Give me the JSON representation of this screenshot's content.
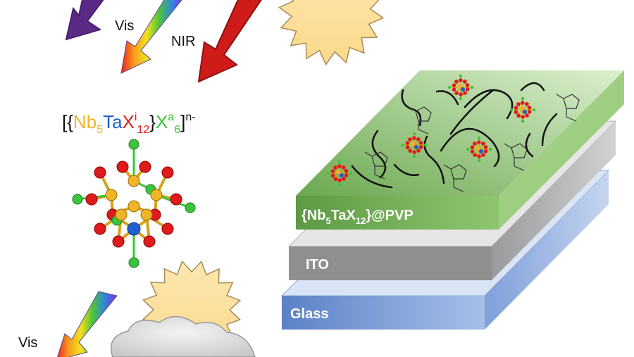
{
  "labels": {
    "vis_top": "Vis",
    "nir": "NIR",
    "vis_bottom": "Vis"
  },
  "formula": {
    "open": "[{",
    "nb": "Nb",
    "nb_sub": "5",
    "ta": "Ta",
    "x": "X",
    "i_sup": "i",
    "twelve_sub": "12",
    "close_brace": "}",
    "xa": "X",
    "a_sup": "a",
    "six_sub": "6",
    "close": "]",
    "charge": "n-"
  },
  "layers": {
    "top": {
      "a": "{Nb",
      "sub1": "5",
      "b": "TaX",
      "sub2": "12",
      "c": "}@PVP"
    },
    "middle": "ITO",
    "bottom": "Glass"
  },
  "colors": {
    "nb": "#f0b429",
    "ta": "#1f5fd1",
    "x": "#e01b1b",
    "green_layer": "#7bb35a",
    "ito_layer": "#8f8f8f",
    "glass_layer": "#6b8fd0"
  }
}
